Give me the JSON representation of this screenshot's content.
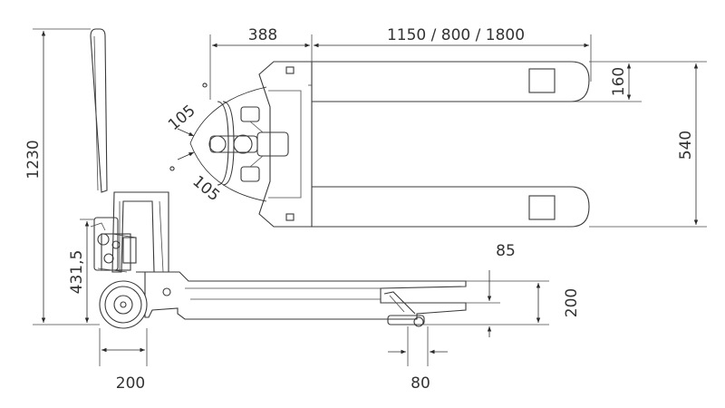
{
  "diagram": {
    "dimensions": {
      "overall_height": "1230",
      "handle_offset": "388",
      "fork_lengths": "1150 / 800 / 1800",
      "fork_width": "160",
      "overall_width": "540",
      "lowered_height": "85",
      "steering_angle_top": "105",
      "steering_angle_bottom": "105",
      "degree_top": "°",
      "degree_bottom": "°",
      "steer_wheel_height": "431,5",
      "raised_height": "200",
      "steer_wheel_diameter": "200",
      "load_roller_width": "80"
    },
    "colors": {
      "line": "#3a3a3a",
      "text": "#333333",
      "background": "#ffffff"
    }
  }
}
